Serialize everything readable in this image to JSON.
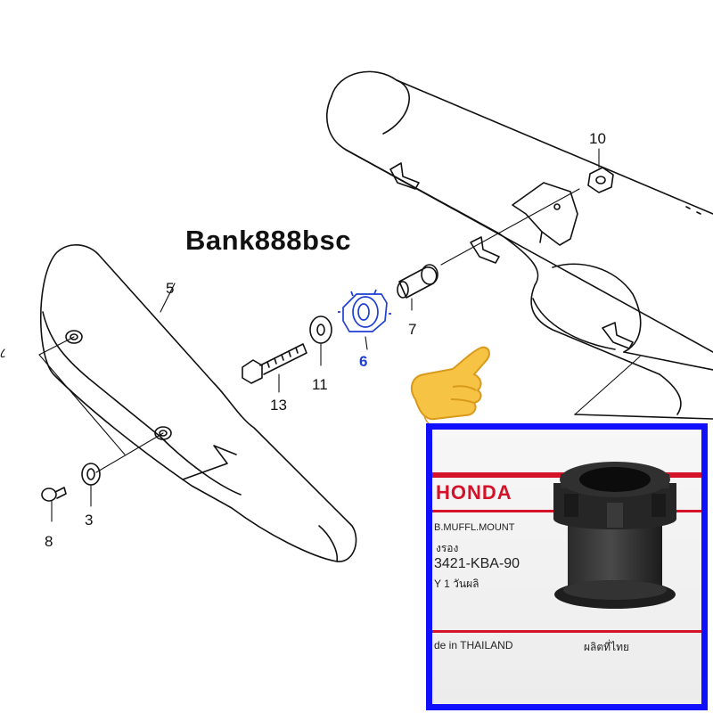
{
  "watermark": "Bank888bsc",
  "callouts": [
    {
      "id": "10",
      "label": "10",
      "highlight": false
    },
    {
      "id": "5",
      "label": "5",
      "highlight": false
    },
    {
      "id": "7",
      "label": "7",
      "highlight": false
    },
    {
      "id": "6",
      "label": "6",
      "highlight": true
    },
    {
      "id": "11",
      "label": "11",
      "highlight": false
    },
    {
      "id": "13",
      "label": "13",
      "highlight": false
    },
    {
      "id": "3",
      "label": "3",
      "highlight": false
    },
    {
      "id": "8",
      "label": "8",
      "highlight": false
    }
  ],
  "photo": {
    "brand": "HONDA",
    "description": "B.MUFFL.MOUNT",
    "thai_name": "งรอง",
    "part_number": "3421-KBA-90",
    "qty_line": "Y    1    วันผลิ",
    "made_in": "de in THAILAND",
    "made_in_thai": "ผลิตที่ไทย",
    "frame_color": "#1010ff",
    "brand_color": "#d4122a"
  },
  "colors": {
    "highlight": "#1f3fd1",
    "line": "#111111"
  }
}
